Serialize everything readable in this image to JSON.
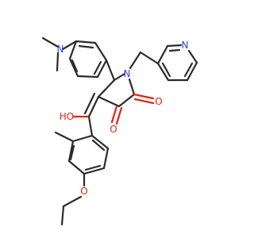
{
  "molecule": {
    "atoms": {
      "nme2": {
        "symbol": "N",
        "color": "#2d45d8"
      },
      "n_ring": {
        "symbol": "N",
        "color": "#2d45d8"
      },
      "n_pyr": {
        "symbol": "N",
        "color": "#2d45d8"
      },
      "o_ketone1": {
        "symbol": "O",
        "color": "#e8220f"
      },
      "o_ketone2": {
        "symbol": "O",
        "color": "#e8220f"
      },
      "o_ho": {
        "symbol": "HO",
        "color": "#e8220f"
      },
      "o_ether": {
        "symbol": "O",
        "color": "#e8220f"
      }
    },
    "bond_color": "#2b2b2b"
  }
}
